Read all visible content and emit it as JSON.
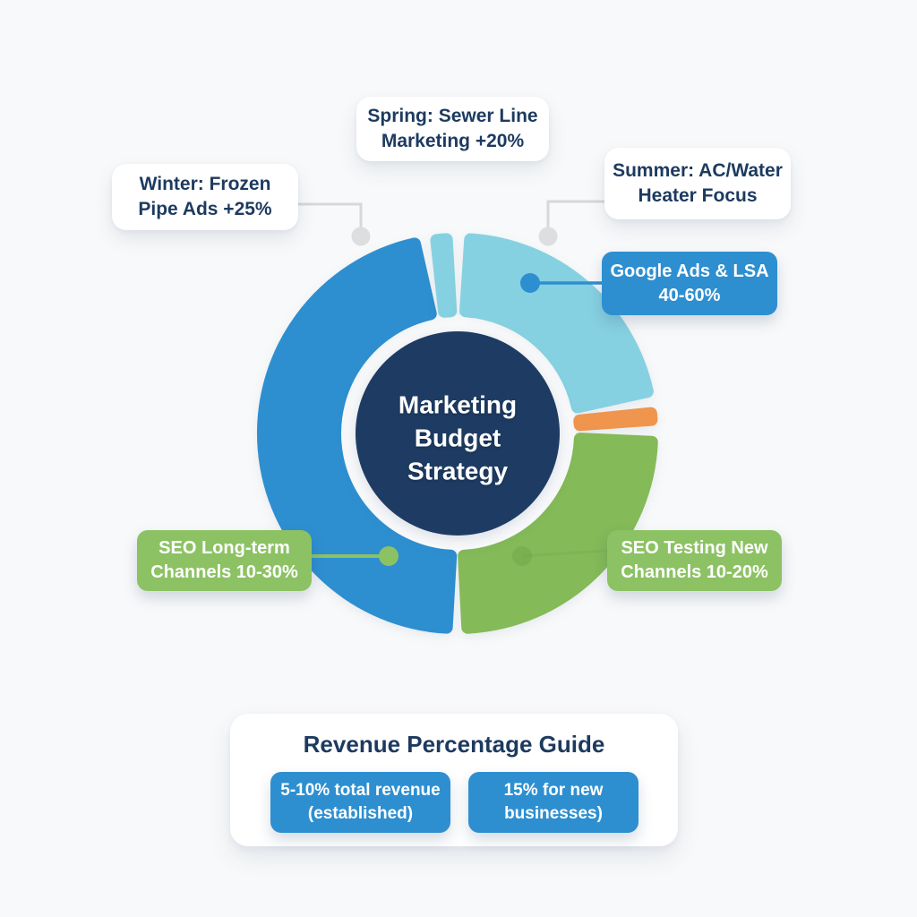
{
  "palette": {
    "background": "#f8f9fa",
    "blue": "#2e8fd0",
    "light_blue": "#86d1e1",
    "orange": "#f0954e",
    "green_segment": "#84ba58",
    "green_badge": "#8cc263",
    "navy": "#1e3c63",
    "text_navy": "#1d3a5f",
    "white": "#ffffff",
    "connector_gray": "#d6d8da",
    "connector_dot": "#dcdee0"
  },
  "chart_data": {
    "type": "pie",
    "title": "Marketing Budget Strategy",
    "center_label_lines": [
      "Marketing",
      "Budget",
      "Strategy"
    ],
    "angle_units": "degrees clockwise from 12 o'clock, visible sector edges",
    "segments": [
      {
        "id": "seo-long-term-blue",
        "label": "SEO Long-term Channels 10-30%",
        "color": "#2e8fd0",
        "start_deg": 181.0,
        "end_deg": 349.5
      },
      {
        "id": "top-sliver-light-blue",
        "label": "",
        "color": "#86d1e1",
        "start_deg": 351.5,
        "end_deg": 359.0
      },
      {
        "id": "google-ads-lsa-light-blue",
        "label": "Google Ads & LSA 40-60%",
        "color": "#86d1e1",
        "start_deg": 1.5,
        "end_deg": 79.8
      },
      {
        "id": "orange-accent",
        "label": "",
        "color": "#f0954e",
        "start_deg": 81.8,
        "end_deg": 88.2
      },
      {
        "id": "seo-testing-green",
        "label": "SEO Testing New Channels 10-20%",
        "color": "#84ba58",
        "start_deg": 90.3,
        "end_deg": 179.3
      }
    ],
    "legend_position": "callouts around donut"
  },
  "callouts": {
    "winter": {
      "lines": [
        "Winter: Frozen",
        "Pipe Ads +25%"
      ]
    },
    "spring": {
      "lines": [
        "Spring: Sewer Line",
        "Marketing +20%"
      ]
    },
    "summer": {
      "lines": [
        "Summer: AC/Water",
        "Heater Focus"
      ]
    },
    "google_ads": {
      "lines": [
        "Google Ads & LSA",
        "40-60%"
      ]
    },
    "seo_long": {
      "lines": [
        "SEO Long-term",
        "Channels 10-30%"
      ]
    },
    "seo_testing": {
      "lines": [
        "SEO Testing New",
        "Channels 10-20%"
      ]
    }
  },
  "revenue_guide": {
    "title": "Revenue Percentage Guide",
    "boxes": [
      {
        "lines": [
          "5-10% total revenue",
          "(established)"
        ]
      },
      {
        "lines": [
          "15% for new",
          "businesses)"
        ]
      }
    ]
  }
}
